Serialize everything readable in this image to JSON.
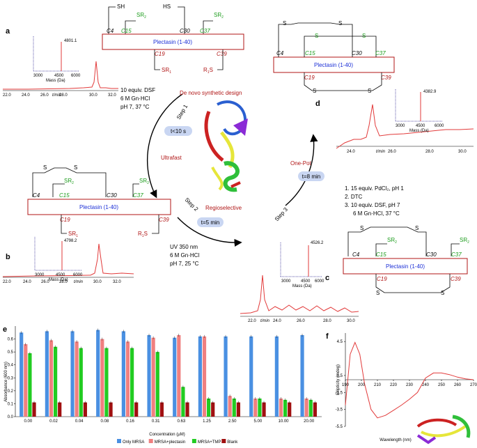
{
  "colors": {
    "protein_box": "#b01515",
    "protein_text": "#1b2fd6",
    "green_residue": "#1a9b1a",
    "red_residue": "#b01515",
    "trace": "#e23a3a",
    "badge": "#c9d6f2"
  },
  "panels": {
    "a": {
      "label": "a",
      "protein": "Plectasin (1-40)",
      "residues_top": [
        "C4",
        "C15",
        "C30",
        "C37"
      ],
      "residues_bottom": [
        "C19",
        "C39"
      ],
      "thiols": [
        "SH",
        "HS"
      ],
      "sr2": "SR",
      "sr1": "SR",
      "mass": "4801.1",
      "xaxis_unit": "t/min",
      "xticks": [
        "22.0",
        "24.0",
        "26.0",
        "28.0",
        "30.0",
        "32.0"
      ],
      "inset_xticks": [
        "3000",
        "4500",
        "6000"
      ],
      "inset_xlabel": "Mass (Da)"
    },
    "b": {
      "label": "b",
      "protein": "Plectasin (1-40)",
      "residues_top": [
        "C4",
        "C15",
        "C30",
        "C37"
      ],
      "residues_bottom": [
        "C19",
        "C39"
      ],
      "mass": "4798.2",
      "xaxis_unit": "t/min",
      "xticks": [
        "22.0",
        "24.0",
        "26.0",
        "28.0",
        "30.0",
        "32.0"
      ],
      "inset_xticks": [
        "3000",
        "4500",
        "6000"
      ],
      "inset_xlabel": "Mass (Da)"
    },
    "c": {
      "label": "c",
      "protein": "Plectasin (1-40)",
      "residues_top": [
        "C4",
        "C15",
        "C30",
        "C37"
      ],
      "residues_bottom": [
        "C19",
        "C39"
      ],
      "mass": "4526.2",
      "xaxis_unit": "t/min",
      "xticks": [
        "22.0",
        "24.0",
        "26.0",
        "28.0",
        "30.0"
      ],
      "inset_xticks": [
        "3000",
        "4500",
        "6000"
      ],
      "inset_xlabel": "Mass (Da)"
    },
    "d": {
      "label": "d",
      "protein": "Plectasin (1-40)",
      "residues_top": [
        "C4",
        "C15",
        "C30",
        "C37"
      ],
      "residues_bottom": [
        "C19",
        "C39"
      ],
      "mass": "4382.9",
      "xaxis_unit": "t/min",
      "xticks": [
        "24.0",
        "26.0",
        "28.0",
        "30.0"
      ],
      "inset_xticks": [
        "3000",
        "4500",
        "6000"
      ],
      "inset_xlabel": "Mass (Da)"
    },
    "e": {
      "label": "e",
      "ylabel": "Absorbance (600 nm)",
      "xlabel": "Concentration (μM)"
    },
    "f": {
      "label": "f",
      "ylabel": "Ellipticity (mdeg)",
      "xlabel": "Wavelength (nm)"
    }
  },
  "cycle": {
    "title": "De novo synthetic design",
    "step1": "Step 1",
    "step1_time": "t<10 s",
    "step1_cond": [
      "10 equiv. DSF",
      "6 M Gn·HCl",
      "pH 7, 37 °C"
    ],
    "ultrafast": "Ultrafast",
    "step2": "Step 2",
    "step2_time": "t=5 min",
    "step2_cond": [
      "UV 350 nm",
      "6 M Gn·HCl",
      "pH 7, 25 °C"
    ],
    "regioselective": "Regioselective",
    "step3": "Step 3",
    "step3_time": "t=8 min",
    "onepot": "One-Pot",
    "step3_cond": [
      "1. 15 equiv. PdCl₂, pH 1",
      "2. DTC",
      "3. 10 equiv. DSF, pH 7",
      "6 M Gn·HCl, 37 °C"
    ]
  },
  "chart_data": [
    {
      "type": "bar",
      "categories": [
        "0.00",
        "0.02",
        "0.04",
        "0.08",
        "0.16",
        "0.31",
        "0.63",
        "1.25",
        "2.50",
        "5.00",
        "10.00",
        "20.00"
      ],
      "series": [
        {
          "name": "Only MRSA",
          "color": "#4a90e2",
          "values": [
            0.65,
            0.66,
            0.66,
            0.67,
            0.66,
            0.63,
            0.61,
            0.62,
            0.62,
            0.62,
            0.62,
            0.63
          ]
        },
        {
          "name": "MRSA+plectasin",
          "color": "#f08080",
          "values": [
            0.56,
            0.59,
            0.58,
            0.6,
            0.58,
            0.61,
            0.63,
            0.62,
            0.16,
            0.14,
            0.14,
            0.14
          ]
        },
        {
          "name": "MRSA+TMP",
          "color": "#22cc22",
          "values": [
            0.49,
            0.54,
            0.53,
            0.53,
            0.53,
            0.5,
            0.23,
            0.14,
            0.14,
            0.14,
            0.13,
            0.13
          ]
        },
        {
          "name": "Blank",
          "color": "#a01010",
          "values": [
            0.11,
            0.11,
            0.11,
            0.11,
            0.11,
            0.11,
            0.11,
            0.11,
            0.11,
            0.11,
            0.11,
            0.11
          ]
        }
      ],
      "xlabel": "Concentration (μM)",
      "ylabel": "Absorbance (600 nm)",
      "yticks": [
        "0.0",
        "0.1",
        "0.2",
        "0.3",
        "0.4",
        "0.5",
        "0.6"
      ],
      "ylim": [
        0,
        0.7
      ]
    },
    {
      "type": "line",
      "x": [
        190,
        193,
        196,
        199,
        202,
        206,
        210,
        215,
        220,
        225,
        230,
        235,
        240,
        245,
        250,
        255,
        260,
        265,
        270
      ],
      "y": [
        -3.0,
        3.0,
        4.4,
        3.0,
        -0.5,
        -3.5,
        -4.5,
        -4.2,
        -3.6,
        -3.0,
        -2.3,
        -1.5,
        0.2,
        0.8,
        0.8,
        0.6,
        0.3,
        0.1,
        0.0
      ],
      "xlabel": "Wavelength (nm)",
      "ylabel": "Ellipticity (mdeg)",
      "xticks": [
        "190",
        "200",
        "210",
        "220",
        "230",
        "240",
        "250",
        "260",
        "270"
      ],
      "yticks": [
        "4.5",
        "0.5",
        "-1.5",
        "-3.5",
        "-5.5"
      ],
      "xlim": [
        190,
        270
      ],
      "ylim": [
        -5.5,
        5.5
      ]
    }
  ]
}
